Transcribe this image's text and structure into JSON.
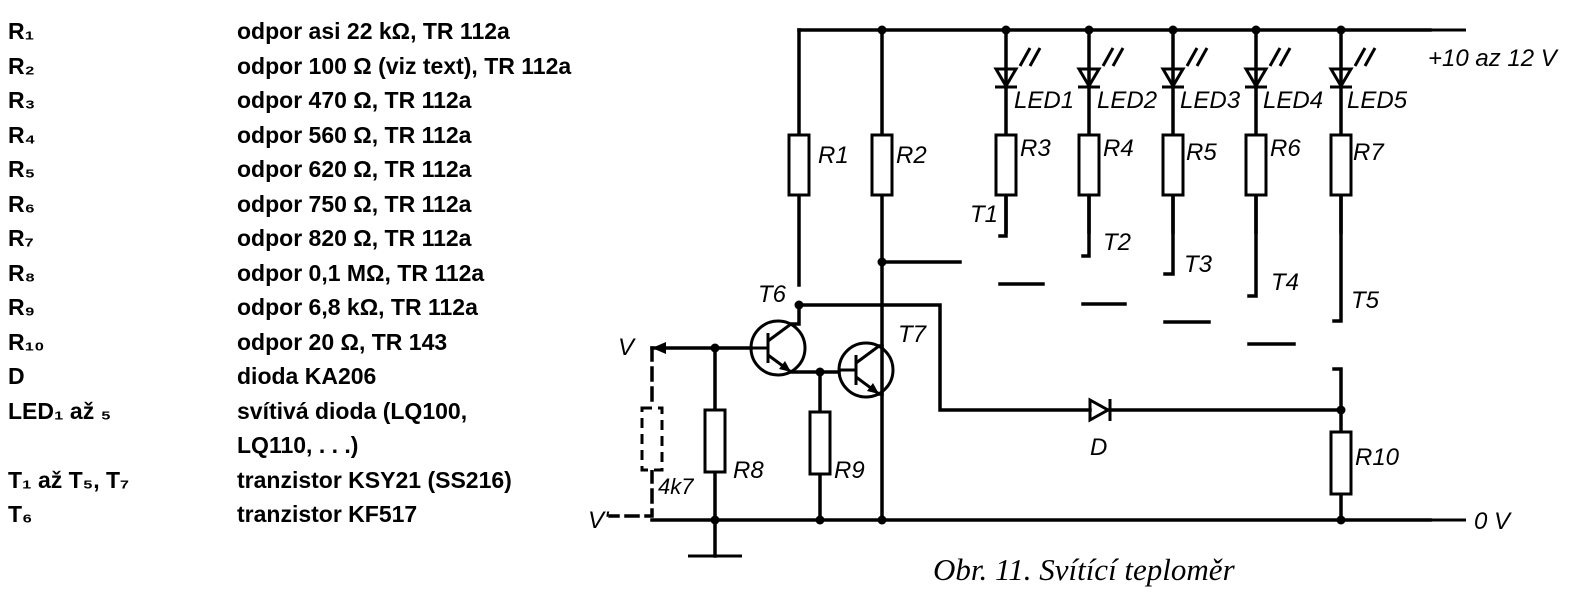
{
  "parts_list": [
    {
      "ref": "R₁",
      "desc": "odpor asi 22 kΩ, TR 112a"
    },
    {
      "ref": "R₂",
      "desc": "odpor 100 Ω (viz text), TR 112a"
    },
    {
      "ref": "R₃",
      "desc": "odpor 470 Ω, TR 112a"
    },
    {
      "ref": "R₄",
      "desc": "odpor 560 Ω, TR 112a"
    },
    {
      "ref": "R₅",
      "desc": "odpor 620 Ω, TR 112a"
    },
    {
      "ref": "R₆",
      "desc": "odpor 750 Ω, TR 112a"
    },
    {
      "ref": "R₇",
      "desc": "odpor 820 Ω, TR 112a"
    },
    {
      "ref": "R₈",
      "desc": "odpor 0,1 MΩ, TR 112a"
    },
    {
      "ref": "R₉",
      "desc": "odpor 6,8 kΩ, TR 112a"
    },
    {
      "ref": "R₁₀",
      "desc": "odpor 20 Ω, TR 143"
    },
    {
      "ref": "D",
      "desc": "dioda KA206"
    },
    {
      "ref": "LED₁ až ₅",
      "desc": "svítivá dioda (LQ100,"
    },
    {
      "ref": "",
      "desc": "LQ110, . . .)"
    },
    {
      "ref": "T₁ až T₅, T₇",
      "desc": "tranzistor KSY21 (SS216)"
    },
    {
      "ref": "T₆",
      "desc": "tranzistor KF517"
    }
  ],
  "schematic": {
    "supply_label": "+10 az 12 V",
    "ground_label": "0 V",
    "input_label": "V",
    "input2_label": "V'",
    "probe_resistor_label": "4k7",
    "diode_label": "D",
    "resistor_labels": {
      "r1": "R1",
      "r2": "R2",
      "r3": "R3",
      "r4": "R4",
      "r5": "R5",
      "r6": "R6",
      "r7": "R7",
      "r8": "R8",
      "r9": "R9",
      "r10": "R10"
    },
    "transistor_labels": {
      "t1": "T1",
      "t2": "T2",
      "t3": "T3",
      "t4": "T4",
      "t5": "T5",
      "t6": "T6",
      "t7": "T7"
    },
    "led_labels": [
      "LED1",
      "LED2",
      "LED3",
      "LED4",
      "LED5"
    ]
  },
  "caption": "Obr. 11.  Svítící teploměr"
}
